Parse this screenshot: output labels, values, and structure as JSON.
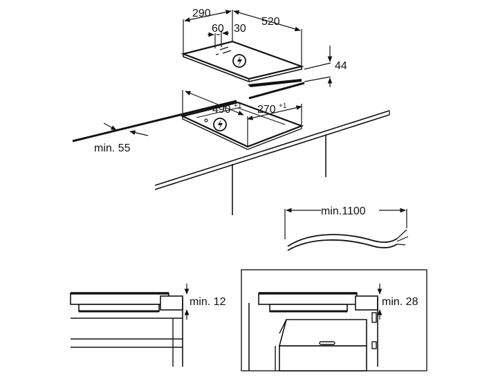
{
  "diagram": {
    "colors": {
      "ink": "#111111",
      "background": "#ffffff",
      "frame": "#333333"
    },
    "top_hob": {
      "depth_label": "290",
      "width_label": "520",
      "offset_a_label": "60",
      "offset_b_label": "30",
      "thickness_label": "44",
      "icon": "electric-hazard-icon"
    },
    "cutout": {
      "width_label": "490",
      "width_tolerance": "+1",
      "depth_label": "270",
      "depth_tolerance": "+1",
      "edge_min_label": "min. 55",
      "icon": "electric-hazard-icon"
    },
    "cable": {
      "length_label": "min.1100"
    },
    "side_left": {
      "gap_label": "min. 12"
    },
    "side_right": {
      "gap_label": "min. 28"
    }
  }
}
